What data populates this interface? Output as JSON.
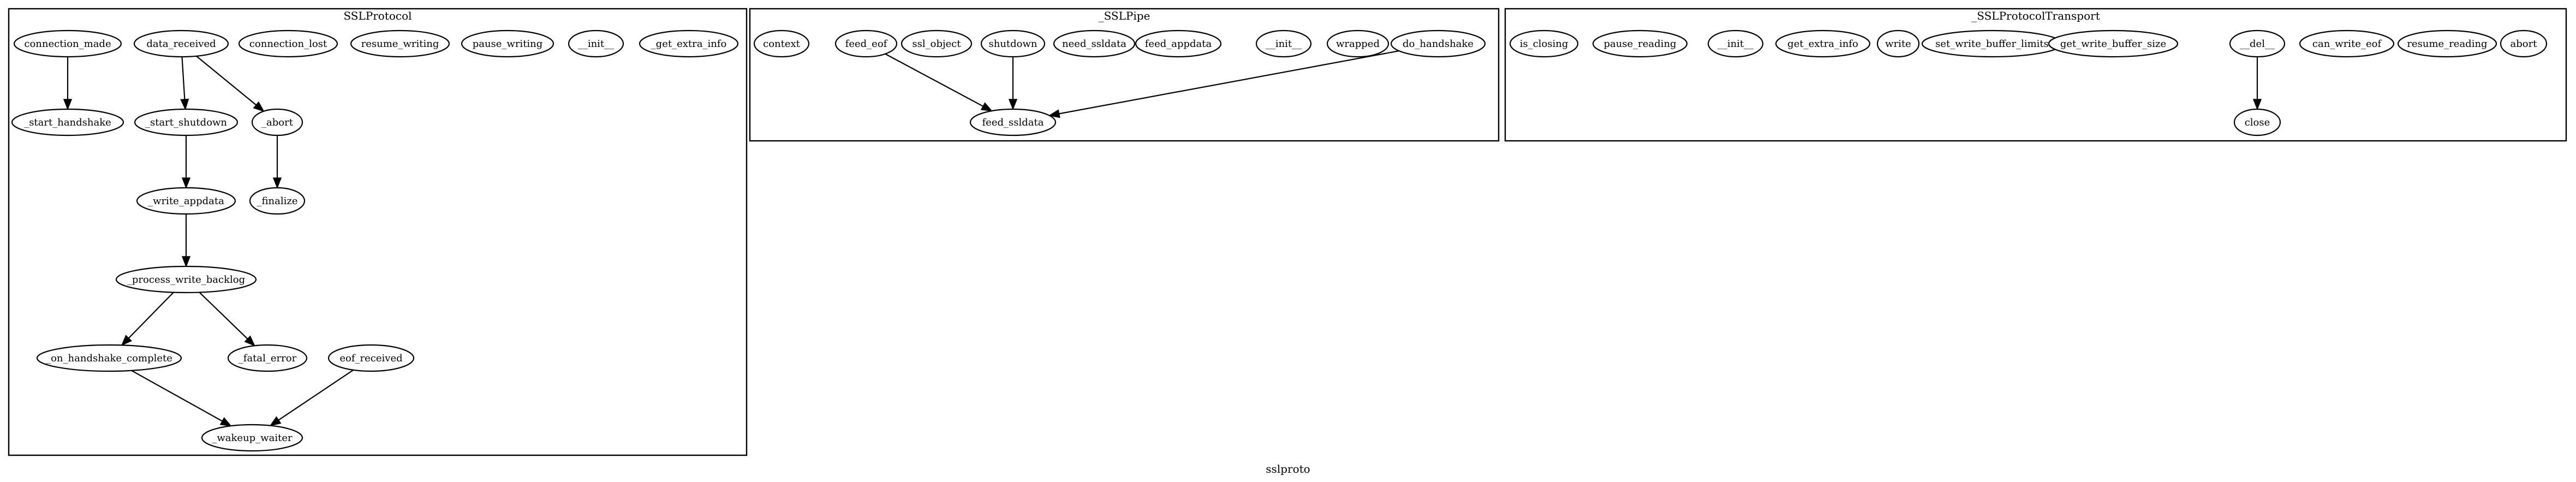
{
  "graph_label": "sslproto",
  "clusters": [
    {
      "id": "SSLProtocol",
      "label": "SSLProtocol",
      "nodes": [
        {
          "id": "connection_made",
          "label": "connection_made"
        },
        {
          "id": "data_received",
          "label": "data_received"
        },
        {
          "id": "connection_lost",
          "label": "connection_lost"
        },
        {
          "id": "resume_writing",
          "label": "resume_writing"
        },
        {
          "id": "pause_writing",
          "label": "pause_writing"
        },
        {
          "id": "sslproto_init",
          "label": "__init__"
        },
        {
          "id": "sslproto_get_extra_info",
          "label": "_get_extra_info"
        },
        {
          "id": "_start_handshake",
          "label": "_start_handshake"
        },
        {
          "id": "_start_shutdown",
          "label": "_start_shutdown"
        },
        {
          "id": "_abort",
          "label": "_abort"
        },
        {
          "id": "_write_appdata",
          "label": "_write_appdata"
        },
        {
          "id": "_finalize",
          "label": "_finalize"
        },
        {
          "id": "_process_write_backlog",
          "label": "_process_write_backlog"
        },
        {
          "id": "_on_handshake_complete",
          "label": "_on_handshake_complete"
        },
        {
          "id": "_fatal_error",
          "label": "_fatal_error"
        },
        {
          "id": "eof_received",
          "label": "eof_received"
        },
        {
          "id": "_wakeup_waiter",
          "label": "_wakeup_waiter"
        }
      ]
    },
    {
      "id": "_SSLPipe",
      "label": "_SSLPipe",
      "nodes": [
        {
          "id": "context",
          "label": "context"
        },
        {
          "id": "feed_eof",
          "label": "feed_eof"
        },
        {
          "id": "ssl_object",
          "label": "ssl_object"
        },
        {
          "id": "shutdown",
          "label": "shutdown"
        },
        {
          "id": "need_ssldata",
          "label": "need_ssldata"
        },
        {
          "id": "feed_appdata",
          "label": "feed_appdata"
        },
        {
          "id": "pipe_init",
          "label": "__init__"
        },
        {
          "id": "wrapped",
          "label": "wrapped"
        },
        {
          "id": "do_handshake",
          "label": "do_handshake"
        },
        {
          "id": "feed_ssldata",
          "label": "feed_ssldata"
        }
      ]
    },
    {
      "id": "_SSLProtocolTransport",
      "label": "_SSLProtocolTransport",
      "nodes": [
        {
          "id": "is_closing",
          "label": "is_closing"
        },
        {
          "id": "pause_reading",
          "label": "pause_reading"
        },
        {
          "id": "transport_init",
          "label": "__init__"
        },
        {
          "id": "get_extra_info",
          "label": "get_extra_info"
        },
        {
          "id": "write",
          "label": "write"
        },
        {
          "id": "set_write_buffer_limits",
          "label": "set_write_buffer_limits"
        },
        {
          "id": "get_write_buffer_size",
          "label": "get_write_buffer_size"
        },
        {
          "id": "transport_del",
          "label": "__del__"
        },
        {
          "id": "can_write_eof",
          "label": "can_write_eof"
        },
        {
          "id": "resume_reading",
          "label": "resume_reading"
        },
        {
          "id": "abort",
          "label": "abort"
        },
        {
          "id": "close",
          "label": "close"
        }
      ]
    }
  ],
  "edges": [
    {
      "from": "connection_made",
      "to": "_start_handshake"
    },
    {
      "from": "data_received",
      "to": "_start_shutdown"
    },
    {
      "from": "data_received",
      "to": "_abort"
    },
    {
      "from": "_start_shutdown",
      "to": "_write_appdata"
    },
    {
      "from": "_abort",
      "to": "_finalize"
    },
    {
      "from": "_write_appdata",
      "to": "_process_write_backlog"
    },
    {
      "from": "_process_write_backlog",
      "to": "_on_handshake_complete"
    },
    {
      "from": "_process_write_backlog",
      "to": "_fatal_error"
    },
    {
      "from": "_on_handshake_complete",
      "to": "_wakeup_waiter"
    },
    {
      "from": "eof_received",
      "to": "_wakeup_waiter"
    },
    {
      "from": "feed_eof",
      "to": "feed_ssldata"
    },
    {
      "from": "shutdown",
      "to": "feed_ssldata"
    },
    {
      "from": "do_handshake",
      "to": "feed_ssldata"
    },
    {
      "from": "transport_del",
      "to": "close"
    }
  ]
}
